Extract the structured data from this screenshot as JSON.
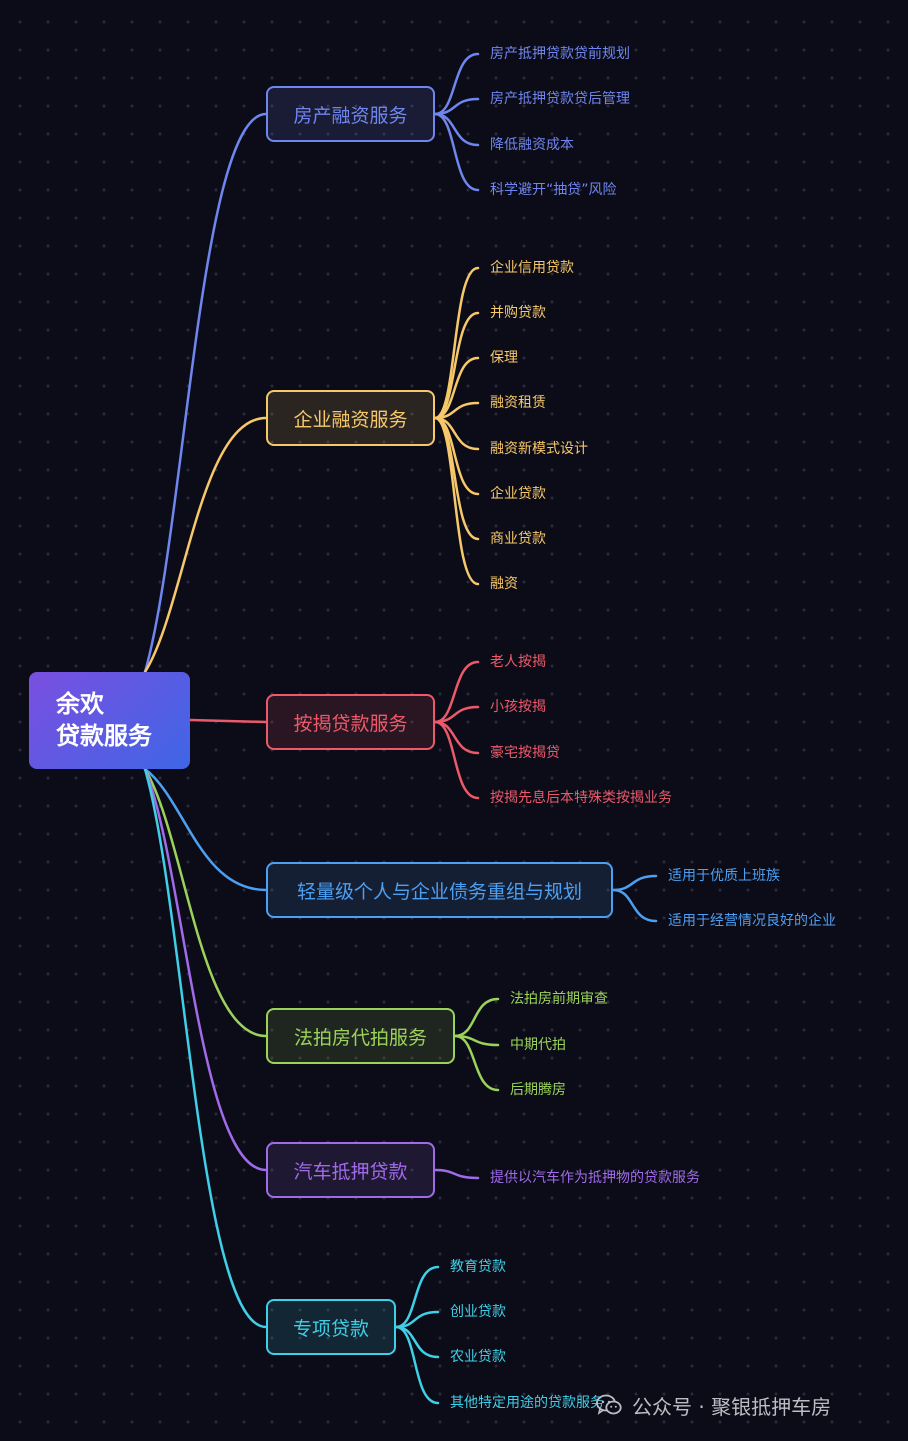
{
  "root": {
    "line1": "余欢",
    "line2": "贷款服务"
  },
  "branches": [
    {
      "label": "房产融资服务",
      "color": "#6f86ee",
      "children": [
        "房产抵押贷款贷前规划",
        "房产抵押贷款贷后管理",
        "降低融资成本",
        "科学避开“抽贷”风险"
      ]
    },
    {
      "label": "企业融资服务",
      "color": "#f7c86a",
      "children": [
        "企业信用贷款",
        "并购贷款",
        "保理",
        "融资租赁",
        "融资新模式设计",
        "企业贷款",
        "商业贷款",
        "融资"
      ]
    },
    {
      "label": "按揭贷款服务",
      "color": "#ec5a6a",
      "children": [
        "老人按揭",
        "小孩按揭",
        "豪宅按揭贷",
        "按揭先息后本特殊类按揭业务"
      ]
    },
    {
      "label": "轻量级个人与企业债务重组与规划",
      "color": "#4d9ff2",
      "children": [
        "适用于优质上班族",
        "适用于经营情况良好的企业"
      ]
    },
    {
      "label": "法拍房代拍服务",
      "color": "#9bd35a",
      "children": [
        "法拍房前期审查",
        "中期代拍",
        "后期腾房"
      ]
    },
    {
      "label": "汽车抵押贷款",
      "color": "#a06ae8",
      "children": [
        "提供以汽车作为抵押物的贷款服务"
      ]
    },
    {
      "label": "专项贷款",
      "color": "#3fcfe6",
      "children": [
        "教育贷款",
        "创业贷款",
        "农业贷款",
        "其他特定用途的贷款服务"
      ]
    }
  ],
  "watermark": {
    "text": "公众号 · 聚银抵押车房",
    "icon": "wechat-icon"
  }
}
